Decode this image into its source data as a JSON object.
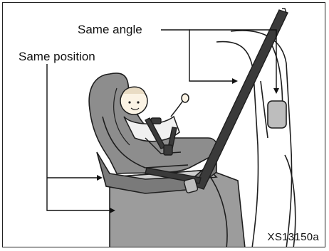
{
  "labels": {
    "same_angle": "Same angle",
    "same_position": "Same position"
  },
  "figure_code": "XS13150a",
  "colors": {
    "seat_gray": "#8d8d8d",
    "seat_light": "#bdbdbd",
    "belt": "#2b2b2b",
    "outline": "#1e1e1e",
    "background": "#ffffff"
  }
}
